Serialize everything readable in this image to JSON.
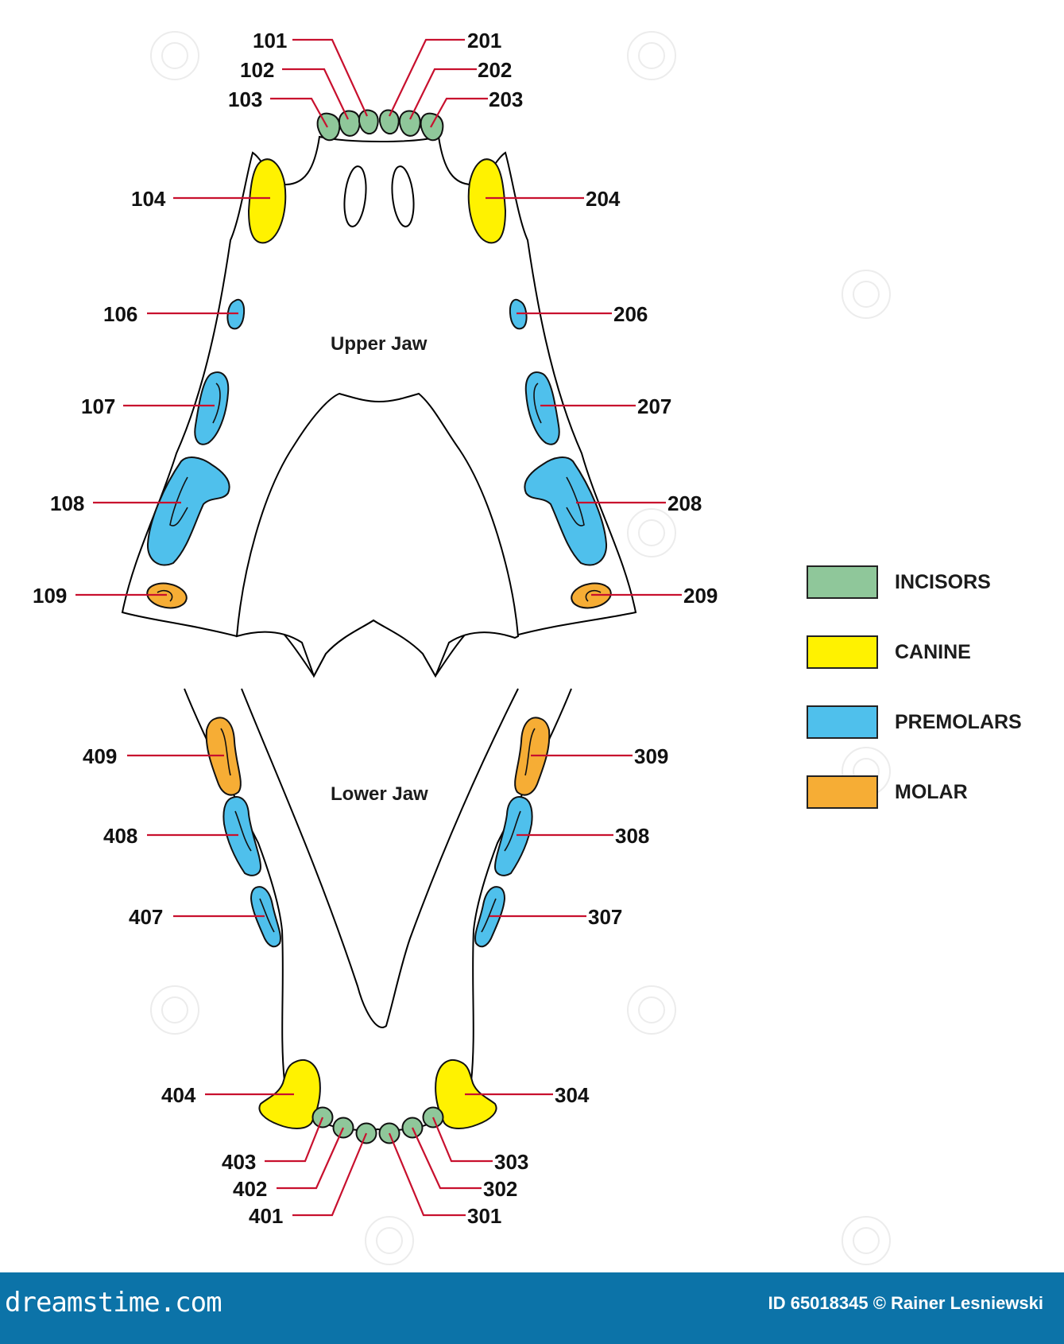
{
  "diagram": {
    "upper_jaw_label": "Upper Jaw",
    "lower_jaw_label": "Lower Jaw",
    "teeth": {
      "t101": "101",
      "t102": "102",
      "t103": "103",
      "t104": "104",
      "t106": "106",
      "t107": "107",
      "t108": "108",
      "t109": "109",
      "t201": "201",
      "t202": "202",
      "t203": "203",
      "t204": "204",
      "t206": "206",
      "t207": "207",
      "t208": "208",
      "t209": "209",
      "t301": "301",
      "t302": "302",
      "t303": "303",
      "t304": "304",
      "t307": "307",
      "t308": "308",
      "t309": "309",
      "t401": "401",
      "t402": "402",
      "t403": "403",
      "t404": "404",
      "t407": "407",
      "t408": "408",
      "t409": "409"
    }
  },
  "legend": [
    {
      "label": "INCISORS",
      "color": "#8fc79a"
    },
    {
      "label": "CANINE",
      "color": "#fff200"
    },
    {
      "label": "PREMOLARS",
      "color": "#4fc0ec"
    },
    {
      "label": "MOLAR",
      "color": "#f6ad35"
    }
  ],
  "colors": {
    "incisor": "#8fc79a",
    "canine": "#fff200",
    "premolar": "#4fc0ec",
    "molar": "#f6ad35",
    "leader": "#c8102e",
    "footer": "#0c73a8"
  },
  "footer": {
    "brand": "dreamstime.com",
    "credit": "ID 65018345 © Rainer Lesniewski"
  }
}
